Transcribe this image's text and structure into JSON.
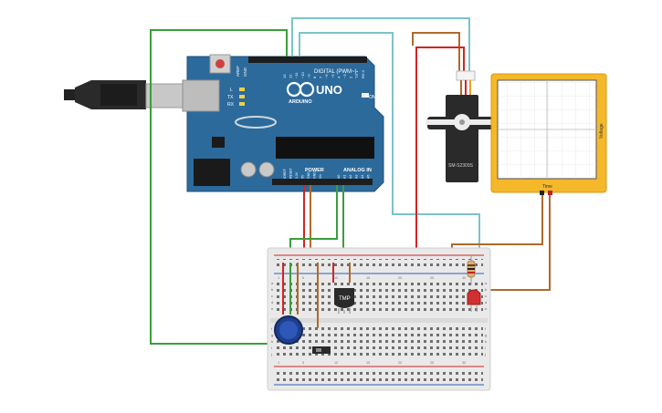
{
  "arduino": {
    "label_aref": "AREF",
    "label_gnd": "GND",
    "label_digital": "DIGITAL (PWM~)",
    "label_uno": "UNO",
    "label_brand": "ARDUINO",
    "label_power": "POWER",
    "label_analog": "ANALOG IN",
    "label_l": "L",
    "label_tx": "TX",
    "label_rx": "RX",
    "label_on": "ON",
    "digital_pins": [
      "13",
      "12",
      "~11",
      "~10",
      "~9",
      "8",
      "7",
      "~6",
      "~5",
      "4",
      "~3",
      "2",
      "TX 1",
      "RX 0"
    ],
    "power_pins": [
      "IOREF",
      "RESET",
      "3.3V",
      "5V",
      "GND",
      "GND",
      "Vin"
    ],
    "analog_pins": [
      "A0",
      "A1",
      "A2",
      "A3",
      "A4",
      "A5"
    ]
  },
  "servo": {
    "model": "SM-S2309S"
  },
  "oscilloscope": {
    "ylabel": "Voltage",
    "xlabel": "Time"
  },
  "temp_sensor": {
    "label": "TMP"
  },
  "breadboard": {
    "row_letters": [
      "a",
      "b",
      "c",
      "d",
      "e",
      "f",
      "g",
      "h",
      "i",
      "j"
    ],
    "column_numbers": [
      "1",
      "5",
      "10",
      "15",
      "20",
      "25",
      "30"
    ]
  },
  "colors": {
    "arduino_blue": "#2c6a9c",
    "breadboard": "#e9e9e9",
    "scope_frame": "#f5b82a",
    "wire_green": "#3a9e3a",
    "wire_cyan": "#7ac4c9",
    "wire_red": "#d32424",
    "wire_brown": "#b06a2a"
  }
}
